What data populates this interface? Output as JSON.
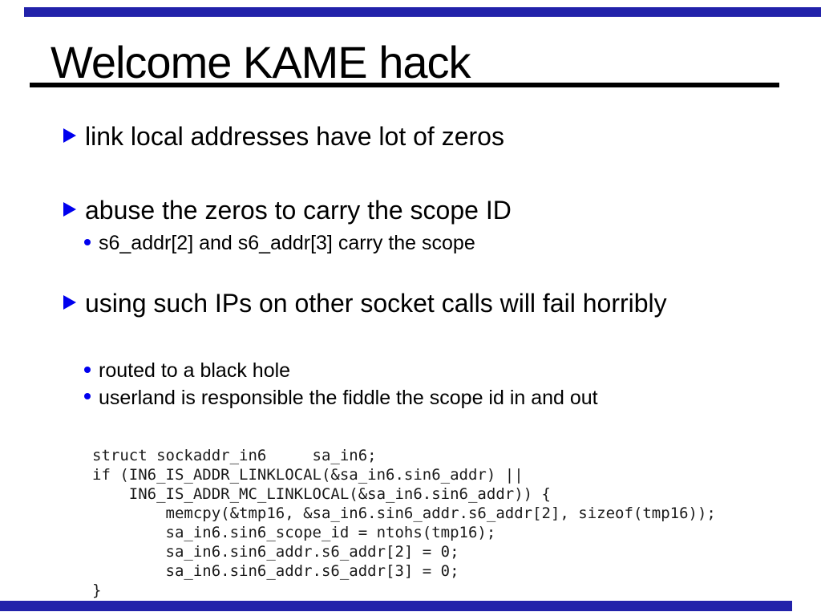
{
  "slide": {
    "title": "Welcome KAME hack",
    "bullets": [
      {
        "text": "link local addresses have lot of zeros",
        "subs": []
      },
      {
        "text": "abuse the zeros to carry the scope ID",
        "subs": [
          "s6_addr[2] and s6_addr[3] carry the scope"
        ]
      },
      {
        "text": "using such IPs on other socket calls will fail horribly",
        "subs": [
          "routed to a black hole",
          "userland is responsible the fiddle the scope id in and out"
        ]
      }
    ],
    "code_lines": [
      "struct sockaddr_in6     sa_in6;",
      "if (IN6_IS_ADDR_LINKLOCAL(&sa_in6.sin6_addr) ||",
      "    IN6_IS_ADDR_MC_LINKLOCAL(&sa_in6.sin6_addr)) {",
      "        memcpy(&tmp16, &sa_in6.sin6_addr.s6_addr[2], sizeof(tmp16));",
      "        sa_in6.sin6_scope_id = ntohs(tmp16);",
      "        sa_in6.sin6_addr.s6_addr[2] = 0;",
      "        sa_in6.sin6_addr.s6_addr[3] = 0;",
      "}"
    ],
    "colors": {
      "bar_blue": "#2222aa",
      "bullet_blue": "#0000ee",
      "text_black": "#000000",
      "code_text": "#1a1a1a"
    }
  }
}
